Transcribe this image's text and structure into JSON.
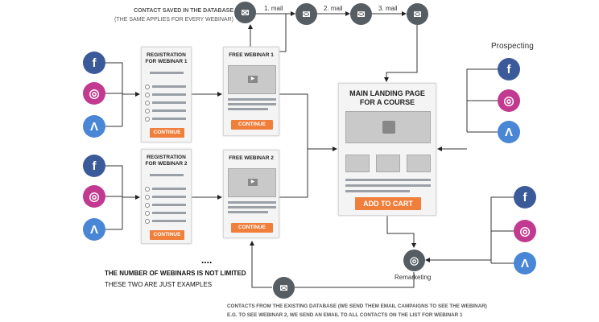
{
  "top_note": {
    "line1": "CONTACT SAVED IN THE DATABASE",
    "line2": "(THE SAME APPLIES FOR EVERY WEBINAR)"
  },
  "mail_labels": [
    "1. mail",
    "2. mail",
    "3. mail"
  ],
  "registration_cards": [
    {
      "title": "REGISTRATION FOR WEBINAR 1",
      "button": "CONTINUE"
    },
    {
      "title": "REGISTRATION FOR WEBINAR 2",
      "button": "CONTINUE"
    }
  ],
  "webinar_cards": [
    {
      "title": "FREE WEBINAR 1",
      "button": "CONTINUE"
    },
    {
      "title": "FREE WEBINAR 2",
      "button": "CONTINUE"
    }
  ],
  "landing": {
    "title": "MAIN LANDING PAGE FOR A COURSE",
    "button": "ADD TO CART"
  },
  "prospecting_label": "Prospecting",
  "remarketing_label": "Remarketing",
  "ellipsis": "....",
  "limit_note": {
    "line1": "THE NUMBER OF WEBINARS IS NOT LIMITED",
    "line2": "THESE TWO ARE JUST EXAMPLES"
  },
  "bottom_note": {
    "line1": "CONTACTS FROM THE EXISTING DATABASE (WE SEND THEM EMAIL CAMPAIGNS TO SEE THE WEBINAR)",
    "line2": "E.G. TO SEE WEBINAR 2, WE SEND AN EMAIL TO ALL CONTACTS ON THE LIST FOR WEBINAR 1"
  },
  "colors": {
    "accent": "#f07f3c",
    "envelope": "#565d63",
    "facebook": "#3b5a9a",
    "instagram": "#c23a8f",
    "ads": "#4a86d6"
  },
  "icons": {
    "envelope": "envelope-icon",
    "facebook": "facebook-icon",
    "instagram": "instagram-icon",
    "ads": "google-ads-icon",
    "remarketing": "target-icon"
  }
}
